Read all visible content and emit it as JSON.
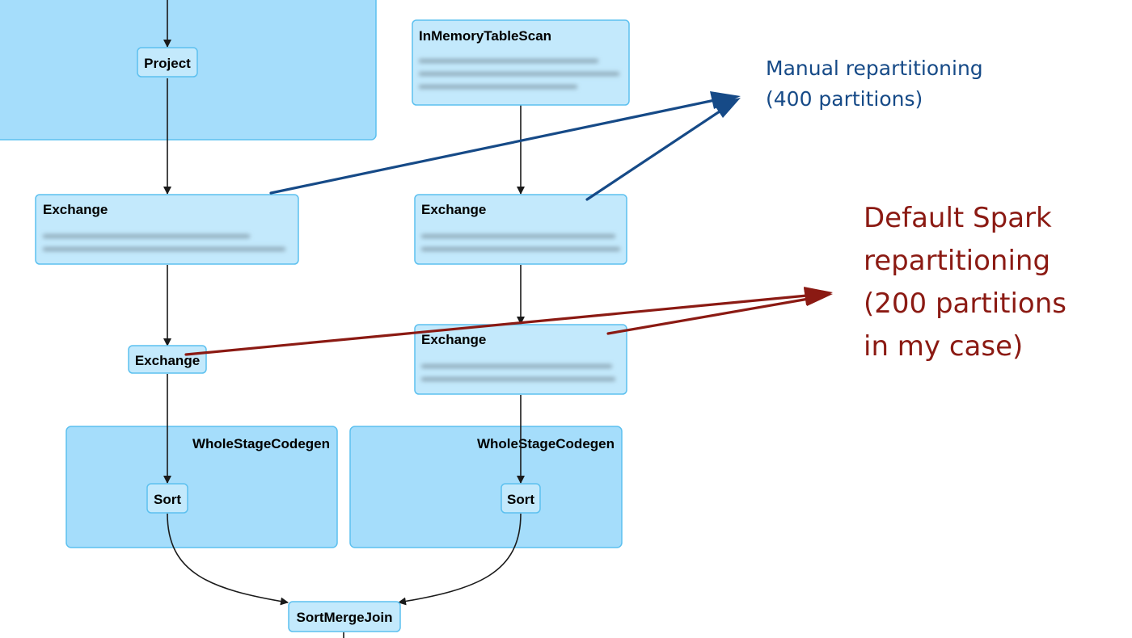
{
  "colors": {
    "cluster_fill": "#a5ddfb",
    "node_fill": "#c3e9fc",
    "node_stroke": "#5cc0ef",
    "edge": "#1a1a1a",
    "annotation_blue": "#164a87",
    "annotation_red": "#8b1a13"
  },
  "clusters": {
    "wsc_left": "WholeStageCodegen",
    "wsc_right": "WholeStageCodegen"
  },
  "nodes": {
    "project": "Project",
    "inmemory_scan": "InMemoryTableScan",
    "exchange_left_top": "Exchange",
    "exchange_right_top": "Exchange",
    "exchange_left_small": "Exchange",
    "exchange_right_bottom": "Exchange",
    "sort_left": "Sort",
    "sort_right": "Sort",
    "sort_merge_join": "SortMergeJoin"
  },
  "annotations": {
    "manual": {
      "lines": [
        "Manual repartitioning",
        "(400 partitions)"
      ]
    },
    "default": {
      "lines": [
        "Default Spark",
        "repartitioning",
        "(200 partitions",
        "in my case)"
      ]
    }
  }
}
